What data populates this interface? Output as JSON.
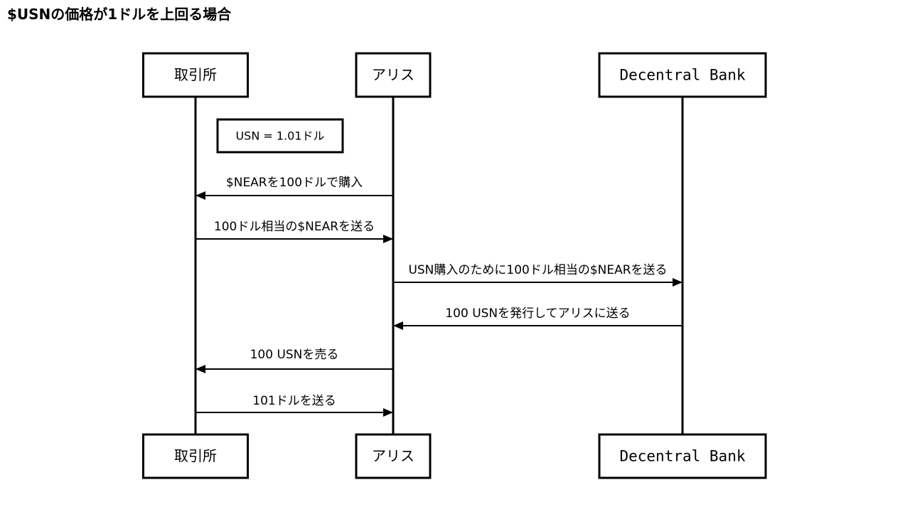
{
  "title": "$USNの価格が1ドルを上回る場合",
  "participants": [
    {
      "id": "exchange",
      "label": "取引所",
      "mono": false
    },
    {
      "id": "alice",
      "label": "アリス",
      "mono": false
    },
    {
      "id": "bank",
      "label": "Decentral Bank",
      "mono": true
    }
  ],
  "note": {
    "text": "USN = 1.01ドル"
  },
  "messages": [
    {
      "from": "alice",
      "to": "exchange",
      "label": "$NEARを100ドルで購入"
    },
    {
      "from": "exchange",
      "to": "alice",
      "label": "100ドル相当の$NEARを送る"
    },
    {
      "from": "alice",
      "to": "bank",
      "label": "USN購入のために100ドル相当の$NEARを送る"
    },
    {
      "from": "bank",
      "to": "alice",
      "label": "100 USNを発行してアリスに送る"
    },
    {
      "from": "alice",
      "to": "exchange",
      "label": "100 USNを売る"
    },
    {
      "from": "exchange",
      "to": "alice",
      "label": "101ドルを送る"
    }
  ]
}
